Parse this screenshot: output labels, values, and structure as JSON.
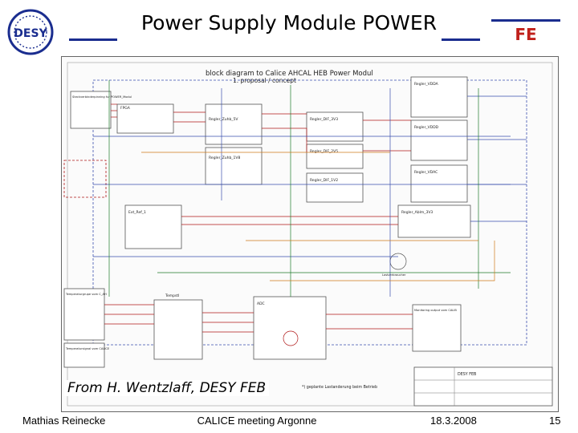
{
  "header": {
    "title": "Power Supply Module POWER",
    "logo_text": "DESY",
    "badge_text": "FE"
  },
  "sheet": {
    "heading": "block diagram to Calice AHCAL HEB Power Modul",
    "subheading": "1. proposal / concept",
    "blocks": {
      "connector_in": "Steckverbinderpinning fur POWER_Modul",
      "fpga": "FPGA",
      "ext_ref": "Ext_Ref_1",
      "temp_sensors": "Temperaturgrupe vom C_AH",
      "temp_sensors_2": "Temperatursignal vom CALICE",
      "monitoring": "Monitoring output vom CALIB",
      "regler_5": "Regler_Zuhb_5V",
      "regler_3v3": "Regler_DIF_3V3",
      "regler_2v5": "Regler_DIF_2V5",
      "regler_1v2": "Regler_DIF_1V2",
      "regler_1v8": "Regler_Zuhb_1V8",
      "regler_vdda": "Regler_VDDA",
      "regler_vddd": "Regler_VDDD",
      "regler_vdac": "Regler_VDAC",
      "regler_shunt": "Regler_Ablm_3V3",
      "mux": "Tempstl",
      "adc": "ADC",
      "loads": "Lastverbraucher",
      "title_block": "DESY FEB"
    },
    "footnote": "*) geplante Lastanderung beim Betrieb"
  },
  "caption": "From H. Wentzlaff, DESY FEB",
  "footer": {
    "author": "Mathias Reinecke",
    "event": "CALICE meeting Argonne",
    "date": "18.3.2008",
    "page": "15"
  },
  "colors": {
    "accent": "#1a2d8f",
    "wire_red": "#b01818",
    "wire_blue": "#3a4fae",
    "wire_green": "#1d7a2a",
    "wire_orange": "#cf7a1a",
    "fe_red": "#c0201b"
  }
}
